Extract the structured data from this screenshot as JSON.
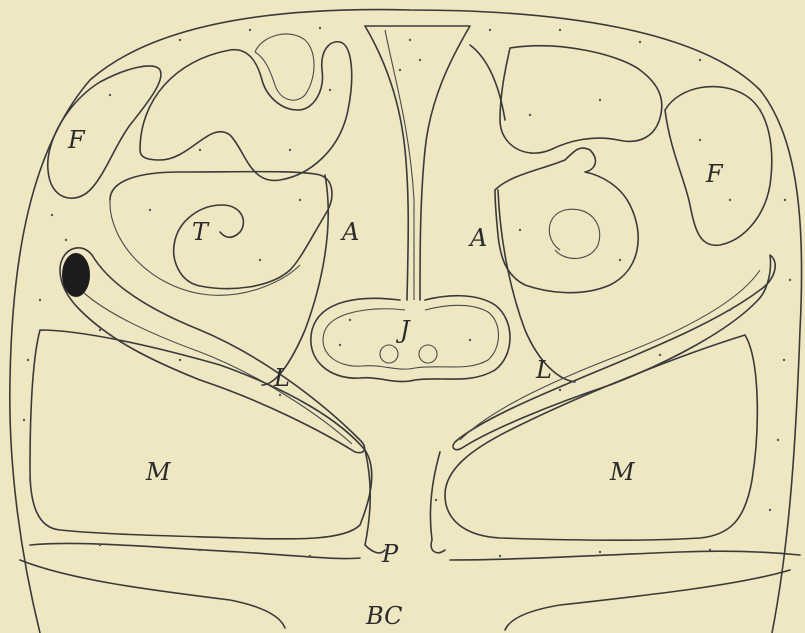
{
  "figure": {
    "background_color": "#efe6c2",
    "line_color": "#3a3a3a",
    "labels": {
      "frontal_left": "F",
      "frontal_right": "F",
      "turbinate": "T",
      "cavity_left": "A",
      "cavity_right": "A",
      "central": "J",
      "lateral_left": "L",
      "lateral_right": "L",
      "maxillary_left": "M",
      "maxillary_right": "M",
      "palate": "P",
      "bottom": "BC"
    }
  }
}
